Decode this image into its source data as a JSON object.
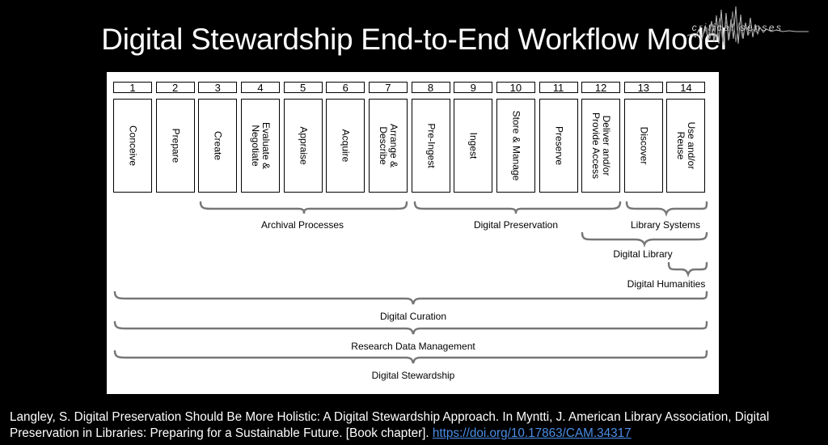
{
  "slide": {
    "title": "Digital Stewardship End-to-End Workflow Model",
    "logo_text": "critical senses"
  },
  "steps": [
    {
      "number": "1",
      "label": "Conceive"
    },
    {
      "number": "2",
      "label": "Prepare"
    },
    {
      "number": "3",
      "label": "Create"
    },
    {
      "number": "4",
      "label": "Evaluate &\nNegotiate"
    },
    {
      "number": "5",
      "label": "Appraise"
    },
    {
      "number": "6",
      "label": "Acquire"
    },
    {
      "number": "7",
      "label": "Arrange &\nDescribe"
    },
    {
      "number": "8",
      "label": "Pre-Ingest"
    },
    {
      "number": "9",
      "label": "Ingest"
    },
    {
      "number": "10",
      "label": "Store & Manage"
    },
    {
      "number": "11",
      "label": "Preserve"
    },
    {
      "number": "12",
      "label": "Deliver and/or\nProvide Access"
    },
    {
      "number": "13",
      "label": "Discover"
    },
    {
      "number": "14",
      "label": "Use and/or\nReuse"
    }
  ],
  "groups": [
    {
      "label": "Archival Processes",
      "from_step": 3,
      "to_step": 7
    },
    {
      "label": "Digital Preservation",
      "from_step": 8,
      "to_step": 12
    },
    {
      "label": "Library Systems",
      "from_step": 13,
      "to_step": 14
    },
    {
      "label": "Digital Library",
      "from_step": 12,
      "to_step": 14
    },
    {
      "label": "Digital Humanities",
      "from_step": 14,
      "to_step": 14
    },
    {
      "label": "Digital Curation",
      "from_step": 1,
      "to_step": 14
    },
    {
      "label": "Research Data Management",
      "from_step": 1,
      "to_step": 14
    },
    {
      "label": "Digital Stewardship",
      "from_step": 1,
      "to_step": 14
    }
  ],
  "citation": {
    "text": "Langley, S. Digital Preservation Should Be More Holistic: A Digital Stewardship Approach. In Myntti, J. American Library Association, Digital Preservation in Libraries: Preparing for a Sustainable Future. [Book chapter].",
    "link": "https://doi.org/10.17863/CAM.34317"
  }
}
